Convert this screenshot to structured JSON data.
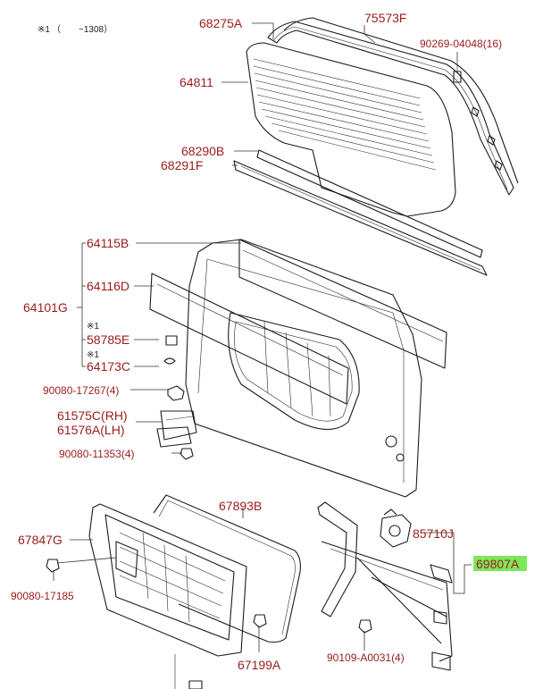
{
  "note": {
    "mark": "※1",
    "text": "（　　−1308）"
  },
  "labels": {
    "p68275A": "68275A",
    "p75573F": "75573F",
    "p90269": "90269-04048(16)",
    "p64811": "64811",
    "p68290B": "68290B",
    "p68291F": "68291F",
    "p64115B": "64115B",
    "p64116D": "64116D",
    "p64101G": "64101G",
    "mark1": "※1",
    "p58785E": "58785E",
    "mark2": "※1",
    "p64173C": "64173C",
    "p90080_17267": "90080-17267(4)",
    "p61575C": "61575C(RH)",
    "p61576A": "61576A(LH)",
    "p90080_11353": "90080-11353(4)",
    "p67893B": "67893B",
    "p67847G": "67847G",
    "p90080_17185": "90080-17185",
    "p67199A": "67199A",
    "p85710J": "85710J",
    "p69807A": "69807A",
    "p90109": "90109-A0031(4)"
  },
  "colors": {
    "label": "#9b1c1c",
    "highlight": "#7ee65a",
    "line": "#1c1c1c"
  }
}
